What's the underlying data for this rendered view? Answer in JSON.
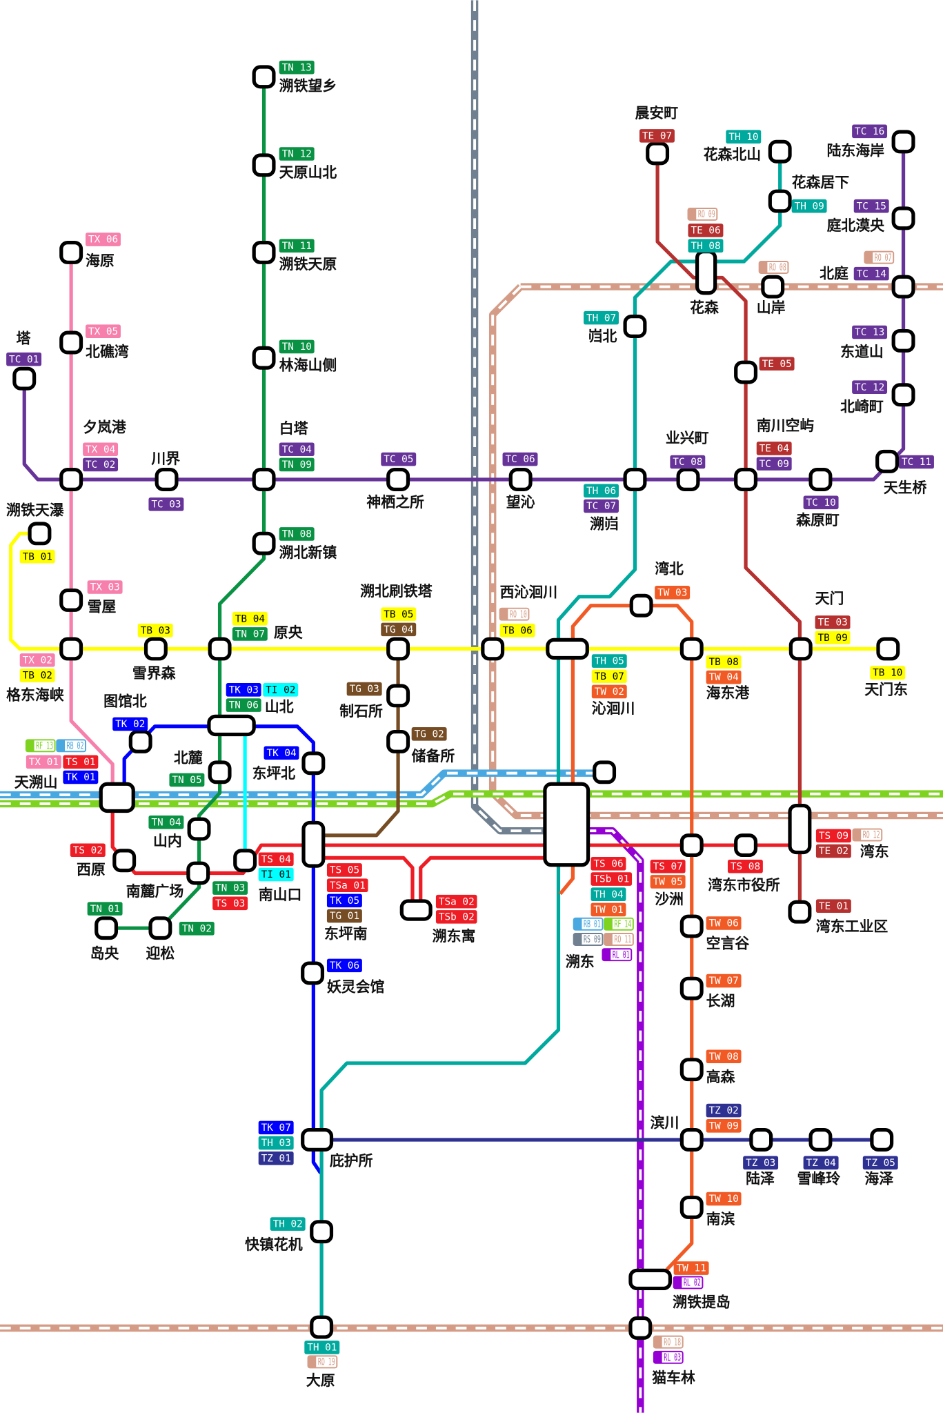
{
  "line_colors": {
    "TN": "#0a9244",
    "TC": "#663399",
    "TX": "#f77fab",
    "TB": "#ffff00",
    "TK": "#0000ff",
    "TI": "#00ffff",
    "TS": "#ee1c25",
    "TG": "#754c24",
    "TH": "#00a99d",
    "TE": "#b5302e",
    "TW": "#f15a24",
    "TZ": "#2e3192",
    "RF": "#7ed321",
    "RB": "#4aa8e0",
    "RS": "#708090",
    "RO": "#d49c86",
    "RL": "#9400d3"
  },
  "stations": [
    {
      "name": "溯铁望乡",
      "badges": [
        [
          "TN 13"
        ]
      ]
    },
    {
      "name": "天原山北",
      "badges": [
        [
          "TN 12"
        ]
      ]
    },
    {
      "name": "溯铁天原",
      "badges": [
        [
          "TN 11"
        ]
      ]
    },
    {
      "name": "林海山侧",
      "badges": [
        [
          "TN 10"
        ]
      ]
    },
    {
      "name": "白塔",
      "badges": [
        [
          "TC 04"
        ],
        [
          "TN 09"
        ]
      ]
    },
    {
      "name": "溯北新镇",
      "badges": [
        [
          "TN 08"
        ]
      ]
    },
    {
      "name": "原央",
      "badges": [
        [
          "TB 04"
        ],
        [
          "TN 07"
        ]
      ]
    },
    {
      "name": "山北",
      "badges": [
        [
          "TK 03",
          "TI 02"
        ],
        [
          "TN 06"
        ]
      ]
    },
    {
      "name": "北麓",
      "badges": [
        [
          "TN 05"
        ]
      ]
    },
    {
      "name": "山内",
      "badges": [
        [
          "TN 04"
        ]
      ]
    },
    {
      "name": "南麓广场",
      "badges": [
        [
          "TN 03"
        ],
        [
          "TS 03"
        ]
      ]
    },
    {
      "name": "岛央",
      "badges": [
        [
          "TN 01"
        ]
      ]
    },
    {
      "name": "迎松",
      "badges": [
        [
          "TN 02"
        ]
      ]
    },
    {
      "name": "西原",
      "badges": [
        [
          "TS 02"
        ]
      ]
    },
    {
      "name": "天溯山",
      "badges": [
        [
          "RF 13",
          "RB 02"
        ],
        [
          "TX 01",
          "TS 01"
        ],
        [
          "TK 01"
        ]
      ]
    },
    {
      "name": "图馆北",
      "badges": [
        [
          "TK 02"
        ]
      ]
    },
    {
      "name": "东坪北",
      "badges": [
        [
          "TK 04"
        ]
      ]
    },
    {
      "name": "南山口",
      "badges": [
        [
          "TS 04"
        ],
        [
          "TI 01"
        ]
      ]
    },
    {
      "name": "东坪南",
      "badges": [
        [
          "TS 05"
        ],
        [
          "TSa 01"
        ],
        [
          "TK 05"
        ],
        [
          "TG 01"
        ]
      ]
    },
    {
      "name": "溯东寓",
      "badges": [
        [
          "TSa 02"
        ],
        [
          "TSb 02"
        ]
      ]
    },
    {
      "name": "妖灵会馆",
      "badges": [
        [
          "TK 06"
        ]
      ]
    },
    {
      "name": "庇护所",
      "badges": [
        [
          "TK 07"
        ],
        [
          "TH 03"
        ],
        [
          "TZ 01"
        ]
      ]
    },
    {
      "name": "快镇花机",
      "badges": [
        [
          "TH 02"
        ]
      ]
    },
    {
      "name": "大原",
      "badges": [
        [
          "TH 01"
        ],
        [
          "RO 19"
        ]
      ]
    },
    {
      "name": "制石所",
      "badges": [
        [
          "TG 03"
        ]
      ]
    },
    {
      "name": "储备所",
      "badges": [
        [
          "TG 02"
        ]
      ]
    },
    {
      "name": "溯北刷铁塔",
      "badges": [
        [
          "TB 05"
        ],
        [
          "TG 04"
        ]
      ]
    },
    {
      "name": "神栖之所",
      "badges": [
        [
          "TC 05"
        ]
      ]
    },
    {
      "name": "川界",
      "badges": [
        [
          "TC 03"
        ]
      ]
    },
    {
      "name": "夕岚港",
      "badges": [
        [
          "TX 04"
        ],
        [
          "TC 02"
        ]
      ]
    },
    {
      "name": "塔",
      "badges": [
        [
          "TC 01"
        ]
      ]
    },
    {
      "name": "海原",
      "badges": [
        [
          "TX 06"
        ]
      ]
    },
    {
      "name": "北礁湾",
      "badges": [
        [
          "TX 05"
        ]
      ]
    },
    {
      "name": "雪屋",
      "badges": [
        [
          "TX 03"
        ]
      ]
    },
    {
      "name": "格东海峡",
      "badges": [
        [
          "TX 02"
        ],
        [
          "TB 02"
        ]
      ]
    },
    {
      "name": "溯铁天瀑",
      "badges": [
        [
          "TB 01"
        ]
      ]
    },
    {
      "name": "雪界森",
      "badges": [
        [
          "TB 03"
        ]
      ]
    },
    {
      "name": "西沁洄川",
      "badges": [
        [
          "RO 10"
        ],
        [
          "TB 06"
        ]
      ]
    },
    {
      "name": "望沁",
      "badges": [
        [
          "TC 06"
        ]
      ]
    },
    {
      "name": "沁洄川",
      "badges": [
        [
          "TH 05"
        ],
        [
          "TB 07"
        ],
        [
          "TW 02"
        ]
      ]
    },
    {
      "name": "溯东",
      "badges": [
        [
          "TS 06"
        ],
        [
          "TSb 01"
        ],
        [
          "TH 04"
        ],
        [
          "TW 01"
        ],
        [
          "RB 01",
          "RF 14"
        ],
        [
          "RS 09",
          "RO 11"
        ],
        [
          "RL 01"
        ]
      ]
    },
    {
      "name": "",
      "badges": []
    },
    {
      "name": "湾北",
      "badges": [
        [
          "TW 03"
        ]
      ]
    },
    {
      "name": "溯岿",
      "badges": [
        [
          "TH 06"
        ],
        [
          "TC 07"
        ]
      ]
    },
    {
      "name": "岿北",
      "badges": [
        [
          "TH 07"
        ]
      ]
    },
    {
      "name": "花森",
      "badges": [
        [
          "RO 09"
        ],
        [
          "TE 06"
        ],
        [
          "TH 08"
        ]
      ]
    },
    {
      "name": "晨安町",
      "badges": [
        [
          "TE 07"
        ]
      ]
    },
    {
      "name": "花森北山",
      "badges": [
        [
          "TH 10"
        ]
      ]
    },
    {
      "name": "花森居下",
      "badges": [
        [
          "TH 09"
        ]
      ]
    },
    {
      "name": "山岸",
      "badges": [
        [
          "RO 08"
        ]
      ]
    },
    {
      "name": "北庭",
      "badges": [
        [
          "RO 07"
        ],
        [
          "TC 14"
        ]
      ]
    },
    {
      "name": "庭北漠央",
      "badges": [
        [
          "TC 15"
        ]
      ]
    },
    {
      "name": "陆东海岸",
      "badges": [
        [
          "TC 16"
        ]
      ]
    },
    {
      "name": "东道山",
      "badges": [
        [
          "TC 13"
        ]
      ]
    },
    {
      "name": "北崎町",
      "badges": [
        [
          "TC 12"
        ]
      ]
    },
    {
      "name": "天生桥",
      "badges": [
        [
          "TC 11"
        ]
      ]
    },
    {
      "name": "森原町",
      "badges": [
        [
          "TC 10"
        ]
      ]
    },
    {
      "name": "",
      "badges": [
        [
          "TE 05"
        ]
      ]
    },
    {
      "name": "南川空屿",
      "badges": [
        [
          "TE 04"
        ],
        [
          "TC 09"
        ]
      ]
    },
    {
      "name": "业兴町",
      "badges": [
        [
          "TC 08"
        ]
      ]
    },
    {
      "name": "海东港",
      "badges": [
        [
          "TB 08"
        ],
        [
          "TW 04"
        ]
      ]
    },
    {
      "name": "天门",
      "badges": [
        [
          "TE 03"
        ],
        [
          "TB 09"
        ]
      ]
    },
    {
      "name": "天门东",
      "badges": [
        [
          "TB 10"
        ]
      ]
    },
    {
      "name": "沙洲",
      "badges": [
        [
          "TS 07"
        ],
        [
          "TW 05"
        ]
      ]
    },
    {
      "name": "湾东市役所",
      "badges": [
        [
          "TS 08"
        ]
      ]
    },
    {
      "name": "湾东",
      "badges": [
        [
          "TS 09",
          "RO 12"
        ],
        [
          "TE 02"
        ]
      ]
    },
    {
      "name": "湾东工业区",
      "badges": [
        [
          "TE 01"
        ]
      ]
    },
    {
      "name": "空言谷",
      "badges": [
        [
          "TW 06"
        ]
      ]
    },
    {
      "name": "长湖",
      "badges": [
        [
          "TW 07"
        ]
      ]
    },
    {
      "name": "高森",
      "badges": [
        [
          "TW 08"
        ]
      ]
    },
    {
      "name": "滨川",
      "badges": [
        [
          "TZ 02"
        ],
        [
          "TW 09"
        ]
      ]
    },
    {
      "name": "陆泽",
      "badges": [
        [
          "TZ 03"
        ]
      ]
    },
    {
      "name": "雪峰玲",
      "badges": [
        [
          "TZ 04"
        ]
      ]
    },
    {
      "name": "海泽",
      "badges": [
        [
          "TZ 05"
        ]
      ]
    },
    {
      "name": "南滨",
      "badges": [
        [
          "TW 10"
        ]
      ]
    },
    {
      "name": "溯铁提岛",
      "badges": [
        [
          "TW 11"
        ],
        [
          "RL 02"
        ]
      ]
    },
    {
      "name": "猫车林",
      "badges": [
        [
          "RO 18"
        ],
        [
          "RL 03"
        ]
      ]
    }
  ]
}
